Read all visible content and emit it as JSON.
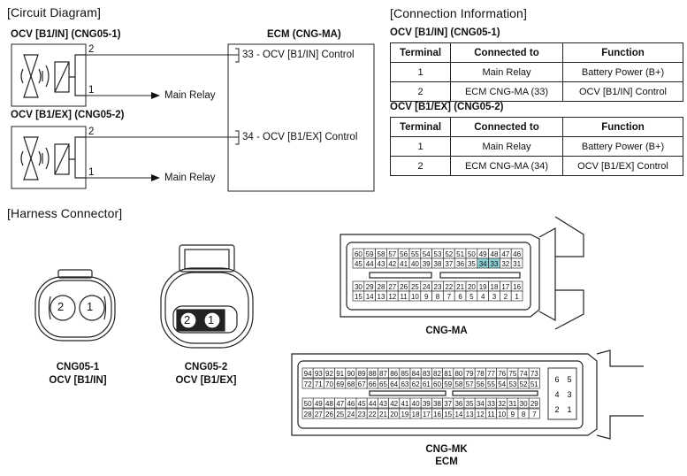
{
  "circuit": {
    "title": "[Circuit Diagram]",
    "ocv_in_label": "OCV [B1/IN] (CNG05-1)",
    "ocv_ex_label": "OCV [B1/EX] (CNG05-2)",
    "ecm_label": "ECM (CNG-MA)",
    "pin2": "2",
    "pin1": "1",
    "main_relay": "Main Relay",
    "ecm_pin_in": "33 - OCV [B1/IN] Control",
    "ecm_pin_ex": "34 - OCV [B1/EX] Control"
  },
  "connection": {
    "title": "[Connection Information]",
    "headers": [
      "Terminal",
      "Connected to",
      "Function"
    ],
    "tables": [
      {
        "title": "OCV [B1/IN] (CNG05-1)",
        "rows": [
          [
            "1",
            "Main Relay",
            "Battery Power (B+)"
          ],
          [
            "2",
            "ECM CNG-MA (33)",
            "OCV [B1/IN] Control"
          ]
        ]
      },
      {
        "title": "OCV [B1/EX] (CNG05-2)",
        "rows": [
          [
            "1",
            "Main Relay",
            "Battery Power (B+)"
          ],
          [
            "2",
            "ECM CNG-MA (34)",
            "OCV [B1/EX] Control"
          ]
        ]
      }
    ]
  },
  "harness": {
    "title": "[Harness Connector]",
    "cng05_1": {
      "pins": [
        "2",
        "1"
      ],
      "name": "CNG05-1",
      "sub": "OCV [B1/IN]"
    },
    "cng05_2": {
      "pins": [
        "2",
        "1"
      ],
      "name": "CNG05-2",
      "sub": "OCV [B1/EX]"
    },
    "cng_ma": {
      "name": "CNG-MA",
      "highlight_color": "#8ecfd6",
      "highlight_pins": [
        "33",
        "34"
      ],
      "rows": [
        [
          "60",
          "59",
          "58",
          "57",
          "56",
          "55",
          "54",
          "53",
          "52",
          "51",
          "50",
          "49",
          "48",
          "47",
          "46"
        ],
        [
          "45",
          "44",
          "43",
          "42",
          "41",
          "40",
          "39",
          "38",
          "37",
          "36",
          "35",
          "34",
          "33",
          "32",
          "31"
        ],
        [
          "30",
          "29",
          "28",
          "27",
          "26",
          "25",
          "24",
          "23",
          "22",
          "21",
          "20",
          "19",
          "18",
          "17",
          "16"
        ],
        [
          "15",
          "14",
          "13",
          "12",
          "11",
          "10",
          "9",
          "8",
          "7",
          "6",
          "5",
          "4",
          "3",
          "2",
          "1"
        ]
      ]
    },
    "cng_mk": {
      "name": "CNG-MK",
      "sub": "ECM",
      "rows": [
        [
          "94",
          "93",
          "92",
          "91",
          "90",
          "89",
          "88",
          "87",
          "86",
          "85",
          "84",
          "83",
          "82",
          "81",
          "80",
          "79",
          "78",
          "77",
          "76",
          "75",
          "74",
          "73"
        ],
        [
          "72",
          "71",
          "70",
          "69",
          "68",
          "67",
          "66",
          "65",
          "64",
          "63",
          "62",
          "61",
          "60",
          "59",
          "58",
          "57",
          "56",
          "55",
          "54",
          "53",
          "52",
          "51"
        ],
        [
          "50",
          "49",
          "48",
          "47",
          "46",
          "45",
          "44",
          "43",
          "42",
          "41",
          "40",
          "39",
          "38",
          "37",
          "36",
          "35",
          "34",
          "33",
          "32",
          "31",
          "30",
          "29"
        ],
        [
          "28",
          "27",
          "26",
          "25",
          "24",
          "23",
          "22",
          "21",
          "20",
          "19",
          "18",
          "17",
          "16",
          "15",
          "14",
          "13",
          "12",
          "11",
          "10",
          "9",
          "8",
          "7"
        ]
      ],
      "side_pins": [
        [
          "6",
          "5"
        ],
        [
          "4",
          "3"
        ],
        [
          "2",
          "1"
        ]
      ]
    }
  }
}
